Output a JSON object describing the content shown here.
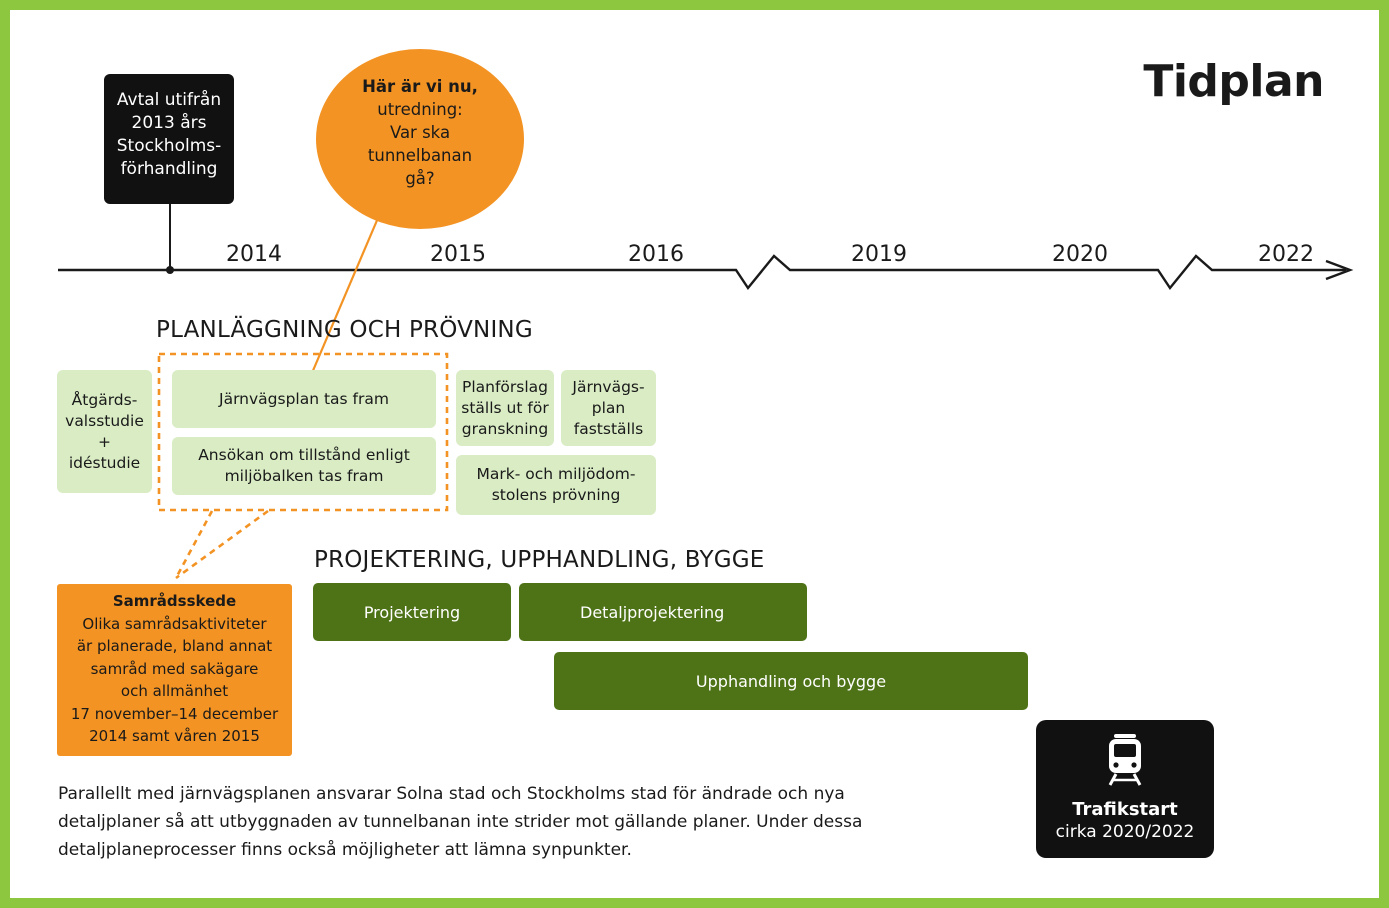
{
  "title": "Tidplan",
  "timeline": {
    "years": [
      "2014",
      "2015",
      "2016",
      "2019",
      "2020",
      "2022"
    ]
  },
  "avtal": {
    "lines": [
      "Avtal utifrån",
      "2013 års",
      "Stockholms-",
      "förhandling"
    ]
  },
  "bubble": {
    "bold_line": "Här är vi nu,",
    "lines": [
      "utredning:",
      "Var ska",
      "tunnelbanan",
      "gå?"
    ]
  },
  "planlaggning": {
    "heading": "PLANLÄGGNING OCH PRÖVNING",
    "atgard": [
      "Åtgärds-",
      "valsstudie",
      "+",
      "idéstudie"
    ],
    "jarnvagsplan_tas_fram": "Järnvägsplan tas fram",
    "ansokan": [
      "Ansökan om tillstånd enligt",
      "miljöbalken tas fram"
    ],
    "planforslag": [
      "Planförslag",
      "ställs ut för",
      "granskning"
    ],
    "faststalls": [
      "Järnvägs-",
      "plan",
      "fastställs"
    ],
    "mark_miljo": [
      "Mark- och miljödom-",
      "stolens prövning"
    ]
  },
  "projektering": {
    "heading": "PROJEKTERING, UPPHANDLING, BYGGE",
    "projektering": "Projektering",
    "detaljprojektering": "Detaljprojektering",
    "upphandling": "Upphandling och bygge"
  },
  "samrad": {
    "heading": "Samrådsskede",
    "lines": [
      "Olika samrådsaktiviteter",
      "är planerade, bland annat",
      "samråd med sakägare",
      "och allmänhet",
      "17 november–14 december",
      "2014 samt våren 2015"
    ]
  },
  "paragraph": [
    "Parallellt med järnvägsplanen ansvarar Solna stad och Stockholms stad för ändrade och nya",
    "detaljplaner så att utbyggnaden av tunnelbanan inte strider mot gällande planer. Under dessa",
    "detaljplaneprocesser finns också möjligheter att lämna synpunkter."
  ],
  "trafikstart": {
    "icon": "train-icon",
    "heading": "Trafikstart",
    "sub": "cirka 2020/2022"
  },
  "colors": {
    "border": "#8dc63f",
    "light_green": "#d9ecc4",
    "dark_green": "#4e7317",
    "orange": "#f39323",
    "black": "#111111"
  }
}
